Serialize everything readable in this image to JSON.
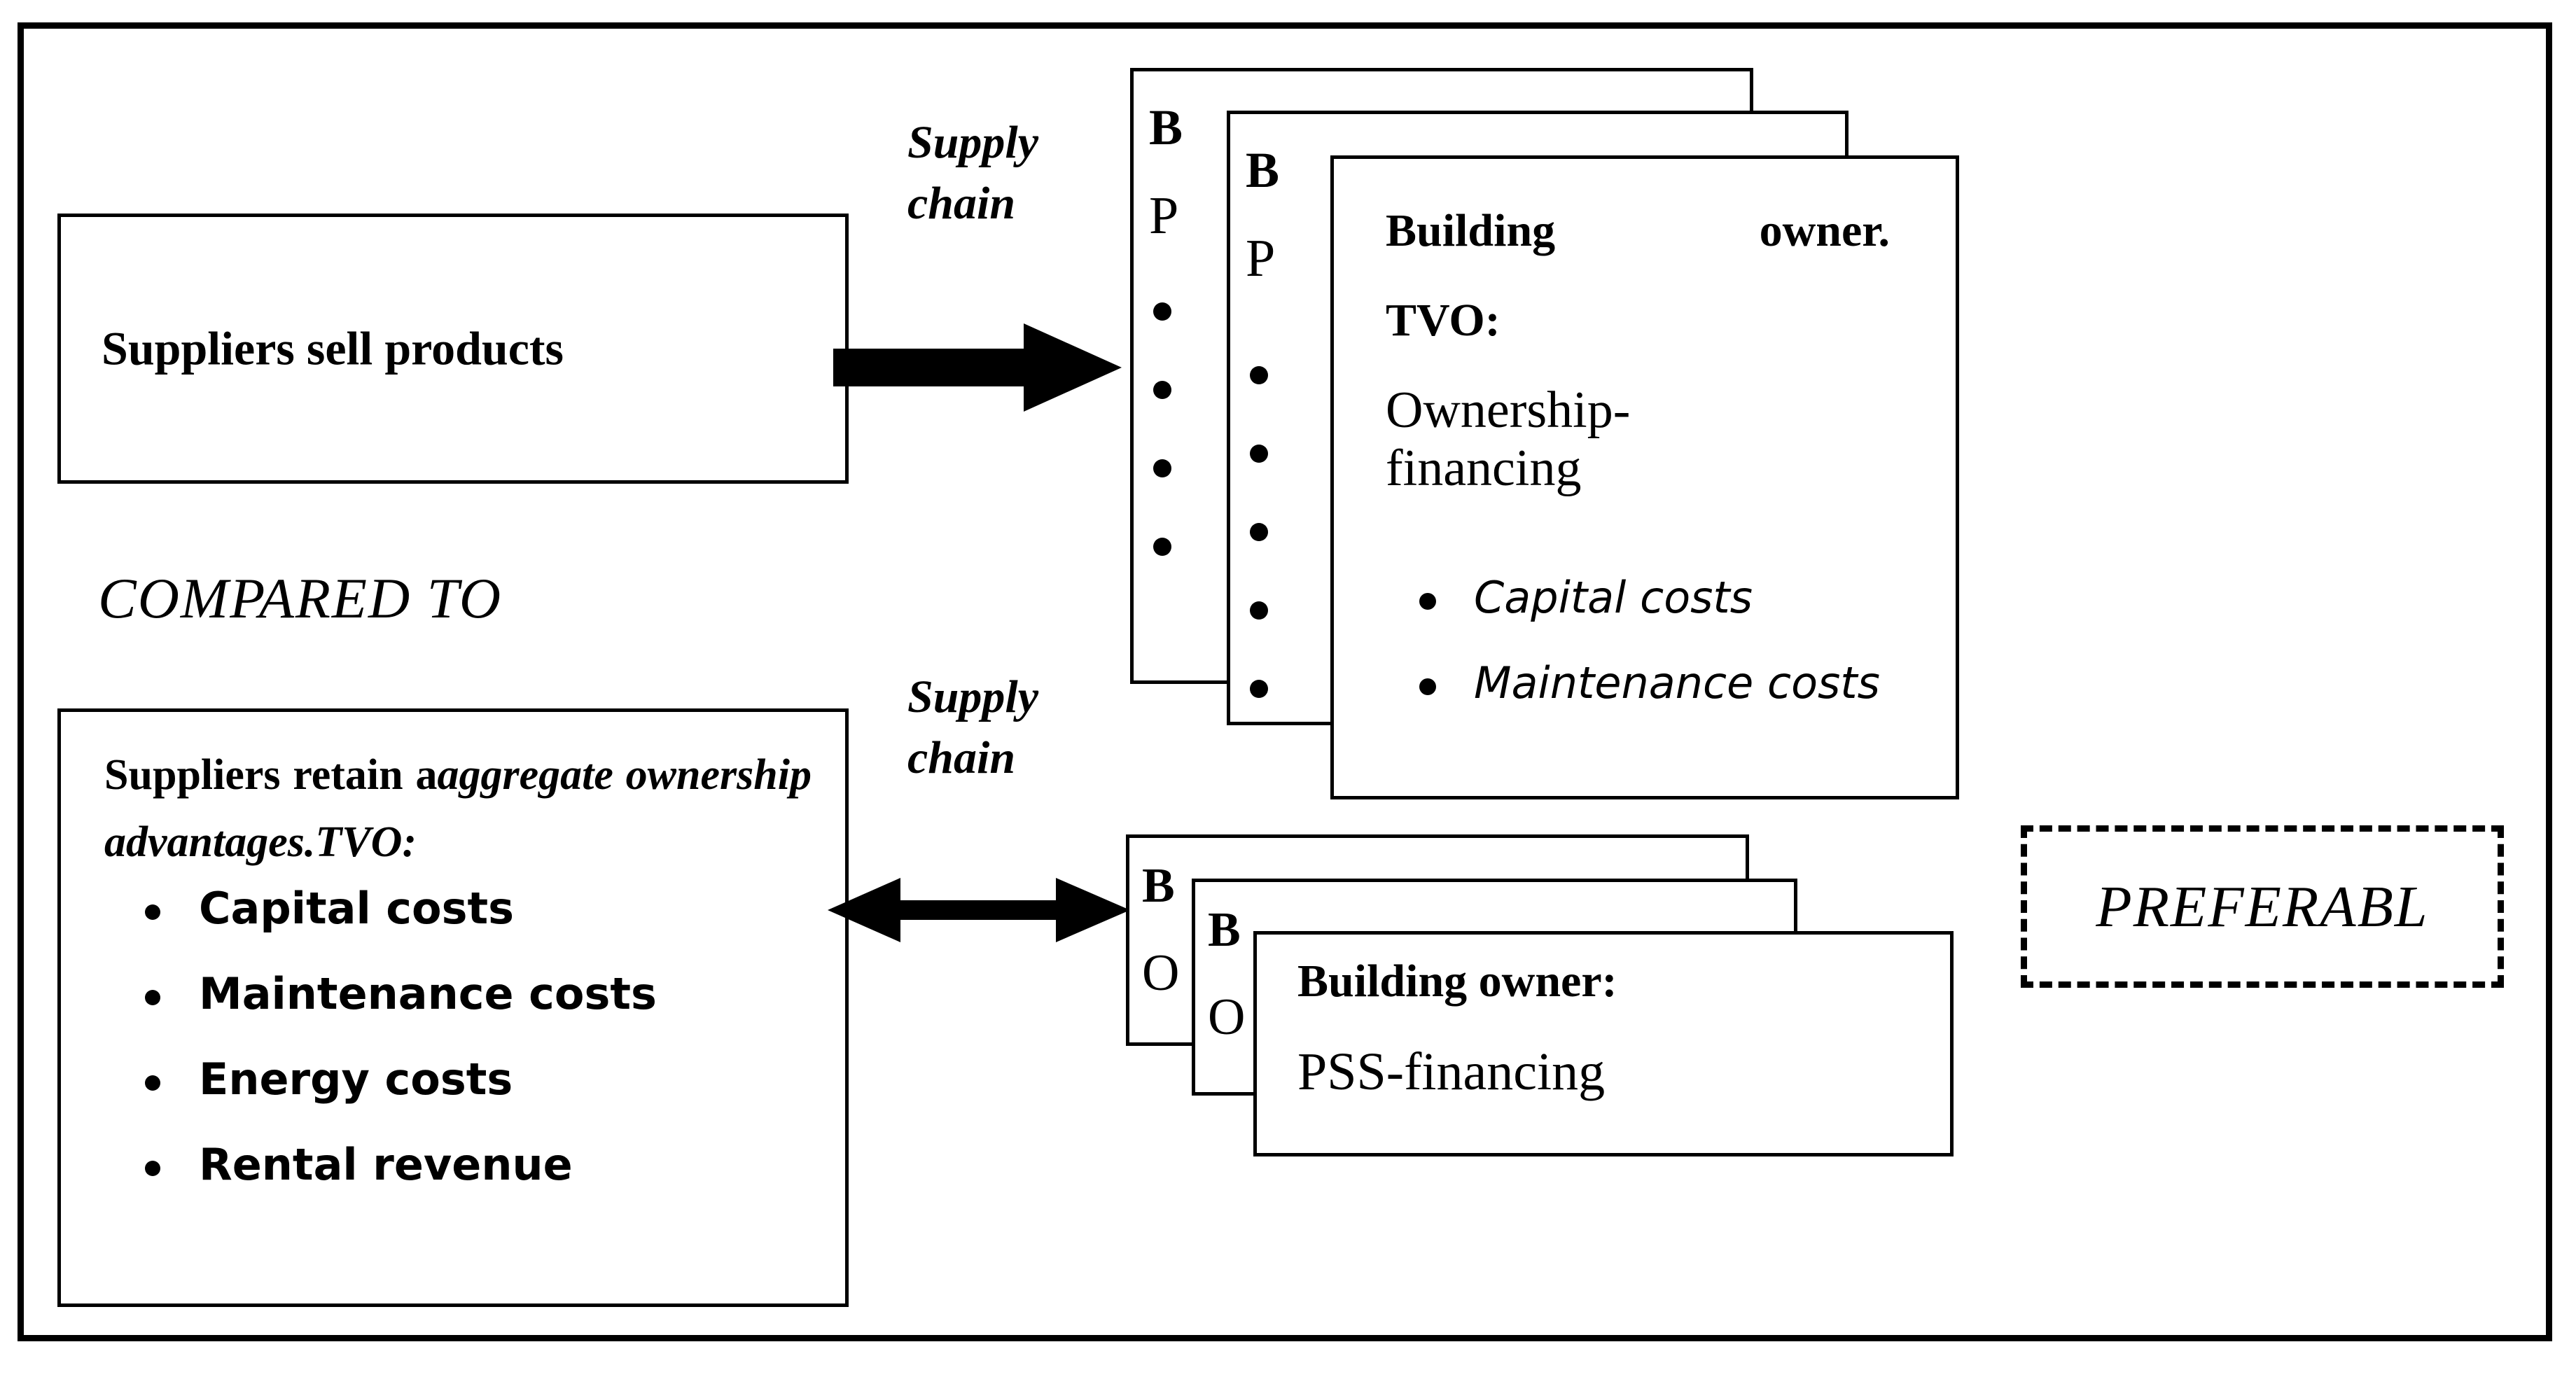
{
  "diagram": {
    "title_visible": false,
    "frame": {
      "style": "solid-black-rectangle"
    },
    "left_column": {
      "box_sell": {
        "label": "Suppliers sell products"
      },
      "compared_to": "COMPARED TO",
      "box_retain": {
        "heading_part1": "Suppliers retain a",
        "heading_part2": "aggregate ownership advantages.TVO:",
        "bullets": [
          "Capital costs",
          "Maintenance costs",
          "Energy costs",
          "Rental revenue"
        ]
      }
    },
    "connectors": {
      "top": {
        "label_line1": "Supply",
        "label_line2": "chain",
        "icon": "right-arrow-icon"
      },
      "bottom": {
        "label_line1": "Supply",
        "label_line2": "chain",
        "icon": "double-arrow-icon"
      }
    },
    "top_stack": {
      "back_cards": [
        {
          "head_fragment": "B",
          "sub_fragment": "P",
          "bullet_count": 4
        },
        {
          "head_fragment": "B",
          "sub_fragment": "P",
          "bullet_count": 5
        }
      ],
      "front_card": {
        "title_left": "Building",
        "title_right": "owner.",
        "tvo_label": "TVO:",
        "subject": "Ownership-financing",
        "bullets": [
          "Capital costs",
          "Maintenance costs"
        ]
      }
    },
    "bottom_stack": {
      "back_cards": [
        {
          "head_fragment": "B",
          "sub_fragment": "O"
        },
        {
          "head_fragment": "B",
          "sub_fragment": "O"
        }
      ],
      "front_card": {
        "title": "Building owner:",
        "subject": "PSS-financing"
      }
    },
    "preferable": {
      "label": "PREFERABL"
    },
    "colors": {
      "ink": "#000000",
      "paper": "#ffffff"
    }
  }
}
